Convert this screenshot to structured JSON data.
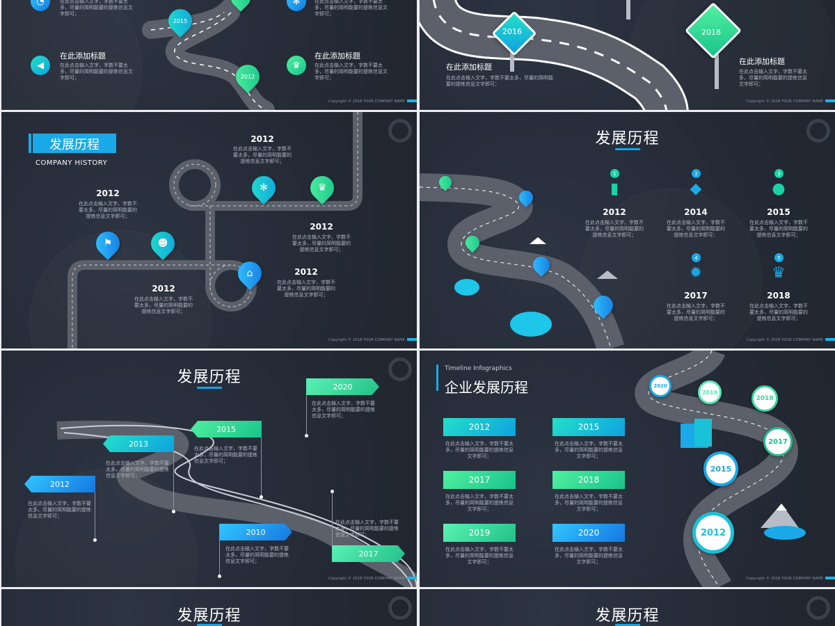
{
  "common": {
    "copyright": "Copyright © 2018 YOUR COMPANY NAME",
    "placeholder_title": "在此添加标题",
    "placeholder_text_a": "在此点击输入文字，字数不要太多，尽量的简明能要的提练信息文字即可；",
    "placeholder_text_b": "在此点击输入文字，字数不要太多，尽量的简明能要的提练信息文字即可；",
    "section_title": "发展历程"
  },
  "colors": {
    "background": "#252b37",
    "road": "#5b606b",
    "teal": "#19c2d8",
    "green": "#2ed69a",
    "blue": "#1a8fe6",
    "accent_bar": "#0ea5e9"
  },
  "slide1": {
    "pin_years": [
      "2015",
      "2012"
    ],
    "items": [
      {
        "title": "",
        "text": "在此点击输入文字，字数不要太多，尽量的简明能要的提练信息文字即可；",
        "icon": "pie-chart-icon"
      },
      {
        "title": "",
        "text": "在此点击输入文字，字数不要太多，尽量的简明能要的提练信息文字即可；",
        "icon": "gear-icon"
      },
      {
        "title": "在此添加标题",
        "text": "在此点击输入文字，字数不要太多，尽量的简明能要的提练信息文字即可；",
        "icon": "megaphone-icon"
      },
      {
        "title": "在此添加标题",
        "text": "在此点击输入文字，字数不要太多，尽量的简明能要的提练信息文字即可；",
        "icon": "trophy-icon"
      }
    ]
  },
  "slide2": {
    "signs": [
      "2016",
      "2018"
    ],
    "items": [
      {
        "title": "在此添加标题",
        "text": "在此点击输入文字，字数不要太多，尽量的简明能要的提练信息文字即可；"
      },
      {
        "title": "在此添加标题",
        "text": "在此点击输入文字，字数不要太多，尽量的简明能要的提练信息文字即可；"
      }
    ]
  },
  "slide3": {
    "title": "发展历程",
    "subtitle": "COMPANY HISTORY",
    "milestones": [
      {
        "year": "2012",
        "text": "在此点击输入文字，字数不要太多，尽量的简明能要的提练信息文字即可；"
      },
      {
        "year": "2012",
        "text": "在此点击输入文字，字数不要太多，尽量的简明能要的提练信息文字即可；"
      },
      {
        "year": "2012",
        "text": "在此点击输入文字，字数不要太多，尽量的简明能要的提练信息文字即可；"
      },
      {
        "year": "2012",
        "text": "在此点击输入文字，字数不要太多，尽量的简明能要的提练信息文字即可；"
      },
      {
        "year": "2012",
        "text": "在此点击输入文字，字数不要太多，尽量的简明能要的提练信息文字即可；"
      }
    ],
    "pin_icons": [
      "flag-icon",
      "team-icon",
      "gears-icon",
      "trophy-icon",
      "home-icon"
    ]
  },
  "slide4": {
    "title": "发展历程",
    "features": [
      {
        "num": "1",
        "year": "2012",
        "icon": "book-icon",
        "text": "在此点击输入文字，字数不要太多，尽量的简明能要的提练信息文字即可；"
      },
      {
        "num": "2",
        "year": "2014",
        "icon": "graduation-cap-icon",
        "text": "在此点击输入文字，字数不要太多，尽量的简明能要的提练信息文字即可；"
      },
      {
        "num": "3",
        "year": "2015",
        "icon": "user-icon",
        "text": "在此点击输入文字，字数不要太多，尽量的简明能要的提练信息文字即可；"
      },
      {
        "num": "4",
        "year": "2017",
        "icon": "gear-icon",
        "text": "在此点击输入文字，字数不要太多，尽量的简明能要的提练信息文字即可；"
      },
      {
        "num": "5",
        "year": "2018",
        "icon": "trophy-icon",
        "text": "在此点击输入文字，字数不要太多，尽量的简明能要的提练信息文字即可；"
      }
    ]
  },
  "slide5": {
    "title": "发展历程",
    "flags": [
      {
        "year": "2012",
        "text": "在此点击输入文字，字数不要太多，尽量的简明能要的提练信息文字即可；"
      },
      {
        "year": "2013",
        "text": "在此点击输入文字，字数不要太多，尽量的简明能要的提练信息文字即可；"
      },
      {
        "year": "2015",
        "text": "在此点击输入文字，字数不要太多，尽量的简明能要的提练信息文字即可；"
      },
      {
        "year": "2020",
        "text": "在此点击输入文字，字数不要太多，尽量的简明能要的提练信息文字即可；"
      },
      {
        "year": "2010",
        "text": "在此点击输入文字，字数不要太多，尽量的简明能要的提练信息文字即可；"
      },
      {
        "year": "2017",
        "text": "在此点击输入文字，字数不要太多，尽量的简明能要的提练信息文字即可；"
      }
    ]
  },
  "slide6": {
    "kicker": "Timeline Infographics",
    "title": "企业发展历程",
    "boxes": [
      {
        "year": "2012",
        "text": "在此点击输入文字，字数不要太多，尽量的简明能要的提练信息文字即可；"
      },
      {
        "year": "2015",
        "text": "在此点击输入文字，字数不要太多，尽量的简明能要的提练信息文字即可；"
      },
      {
        "year": "2017",
        "text": "在此点击输入文字，字数不要太多，尽量的简明能要的提练信息文字即可；"
      },
      {
        "year": "2018",
        "text": "在此点击输入文字，字数不要太多，尽量的简明能要的提练信息文字即可；"
      },
      {
        "year": "2019",
        "text": "在此点击输入文字，字数不要太多，尽量的简明能要的提练信息文字即可；"
      },
      {
        "year": "2020",
        "text": "在此点击输入文字，字数不要太多，尽量的简明能要的提练信息文字即可；"
      }
    ],
    "markers": [
      "2020",
      "2019",
      "2018",
      "2017",
      "2015",
      "2012"
    ]
  },
  "slide7": {
    "title": "发展历程"
  },
  "slide8": {
    "title": "发展历程"
  }
}
